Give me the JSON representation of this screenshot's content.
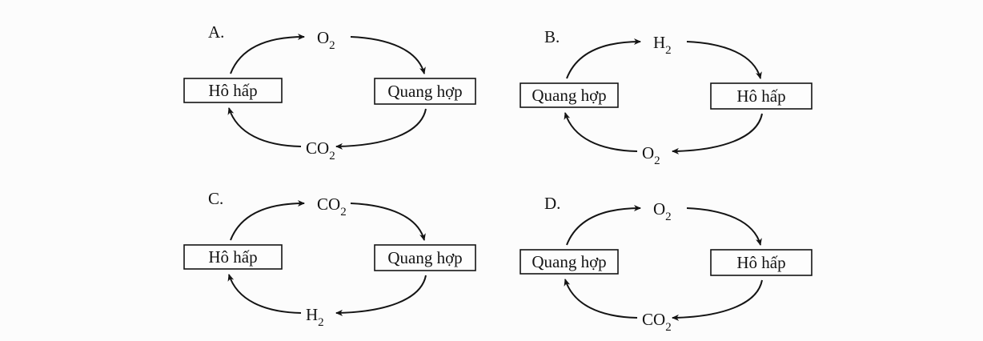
{
  "options": [
    {
      "letter": "A.",
      "left_box": "Hô hấp",
      "right_box": "Quang hợp",
      "top_label": {
        "base": "O",
        "sub": "2"
      },
      "bottom_label": {
        "base": "CO",
        "sub": "2"
      }
    },
    {
      "letter": "B.",
      "left_box": "Quang hợp",
      "right_box": "Hô hấp",
      "top_label": {
        "base": "H",
        "sub": "2"
      },
      "bottom_label": {
        "base": "O",
        "sub": "2"
      }
    },
    {
      "letter": "C.",
      "left_box": "Hô hấp",
      "right_box": "Quang hợp",
      "top_label": {
        "base": "CO",
        "sub": "2"
      },
      "bottom_label": {
        "base": "H",
        "sub": "2"
      }
    },
    {
      "letter": "D.",
      "left_box": "Quang hợp",
      "right_box": "Hô hấp",
      "top_label": {
        "base": "O",
        "sub": "2"
      },
      "bottom_label": {
        "base": "CO",
        "sub": "2"
      }
    }
  ]
}
